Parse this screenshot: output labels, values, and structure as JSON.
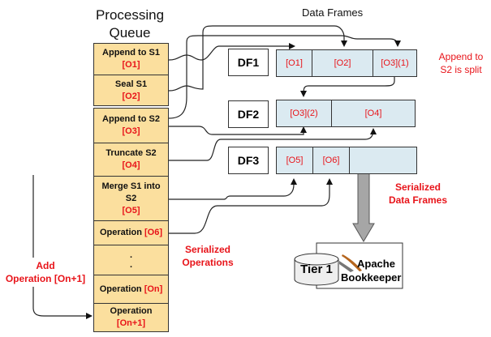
{
  "queue": {
    "title_line1": "Processing",
    "title_line2": "Queue",
    "items": [
      {
        "label": "Append to S1",
        "op": "[O1]"
      },
      {
        "label": "Seal S1",
        "op": "[O2]"
      },
      {
        "label": "Append to S2",
        "op": "[O3]"
      },
      {
        "label": "Truncate S2",
        "op": "[O4]"
      },
      {
        "label": "Merge S1 into",
        "label2": "S2",
        "op": "[O5]"
      },
      {
        "label": "Operation ",
        "op": "[O6]"
      },
      {
        "label": "."
      },
      {
        "label": "Operation ",
        "op": "[On]"
      },
      {
        "label": "Operation",
        "op": "[On+1]"
      }
    ],
    "dots": [
      ".",
      "."
    ]
  },
  "frames": {
    "title": "Data Frames",
    "rows": [
      {
        "label": "DF1",
        "cells": [
          "[O1]",
          "[O2]",
          "[O3](1)"
        ]
      },
      {
        "label": "DF2",
        "cells": [
          "[O3](2)",
          "[O4]"
        ]
      },
      {
        "label": "DF3",
        "cells": [
          "[O5]",
          "[O6]",
          ""
        ]
      }
    ]
  },
  "notes": {
    "split_line1": "Append to",
    "split_line2": "S2 is split",
    "serialized_frames_1": "Serialized",
    "serialized_frames_2": "Data Frames",
    "serialized_ops_1": "Serialized",
    "serialized_ops_2": "Operations",
    "add_op_1": "Add",
    "add_op_2": "Operation [On+1]"
  },
  "storage": {
    "tier": "Tier 1",
    "name1": "Apache",
    "name2": "Bookkeeper"
  },
  "colors": {
    "queue_fill": "#fbdf9e",
    "frame_fill": "#dbeaf1",
    "accent_red": "#e8141a",
    "arrow_gray": "#a6a6a6"
  }
}
